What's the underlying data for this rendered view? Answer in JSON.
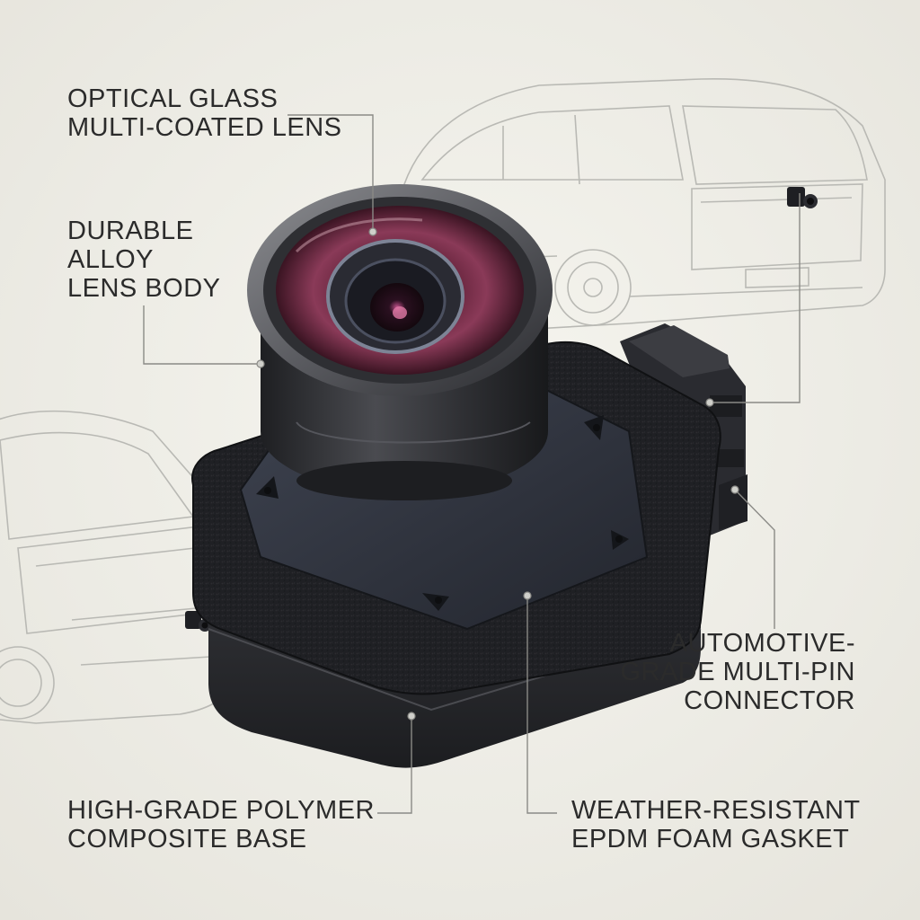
{
  "callouts": {
    "lens": {
      "line1": "OPTICAL GLASS",
      "line2": "MULTI-COATED LENS"
    },
    "body": {
      "line1": "DURABLE",
      "line2": "ALLOY",
      "line3": "LENS BODY"
    },
    "connector": {
      "line1": "AUTOMOTIVE-",
      "line2": "GRADE MULTI-PIN",
      "line3": "CONNECTOR"
    },
    "base": {
      "line1": "HIGH-GRADE POLYMER",
      "line2": "COMPOSITE BASE"
    },
    "gasket": {
      "line1": "WEATHER-RESISTANT",
      "line2": "EPDM FOAM GASKET"
    }
  },
  "colors": {
    "background": "#efede6",
    "text": "#2b2b2b",
    "leader_line": "#8a8a86",
    "sketch_line": "#b9b9b4",
    "housing": "#2e2f33",
    "foam": "#1f2024",
    "lens_tint": "#7a2740"
  }
}
